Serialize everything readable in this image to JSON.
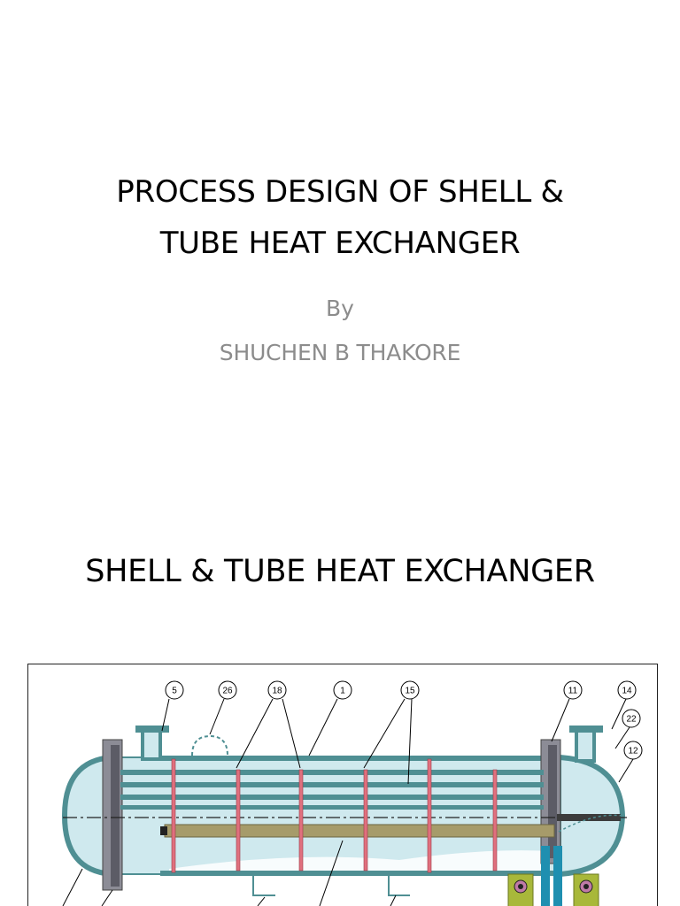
{
  "slide1": {
    "title_line1": "PROCESS DESIGN OF SHELL &",
    "title_line2": "TUBE HEAT EXCHANGER",
    "by": "By",
    "author": "SHUCHEN B THAKORE"
  },
  "slide2": {
    "title": "SHELL & TUBE HEAT EXCHANGER",
    "diagram": {
      "callouts": [
        "5",
        "26",
        "18",
        "1",
        "15",
        "11",
        "14",
        "22",
        "12"
      ]
    }
  },
  "colors": {
    "shell_fill": "#cfe9ee",
    "shell_outline": "#4f8f93",
    "flange": "#8c8c96",
    "baffle": "#e0707e",
    "impingement_rod": "#a69b6a",
    "support": "#a8b83a",
    "nozzle_blue": "#1f8fb0",
    "subtitle_gray": "#8c8c8c"
  }
}
